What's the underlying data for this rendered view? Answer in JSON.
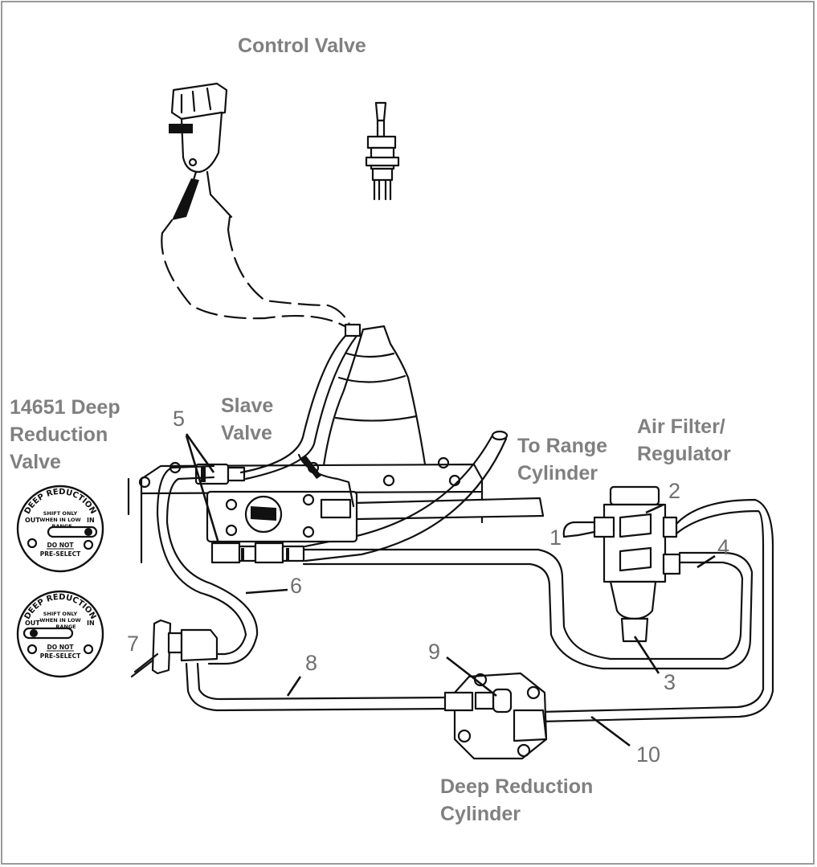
{
  "labels": {
    "control_valve": "Control Valve",
    "slave_valve": [
      "Slave",
      "Valve"
    ],
    "deep_reduction_valve": [
      "14651 Deep",
      "Reduction",
      "Valve"
    ],
    "to_range_cylinder": [
      "To Range",
      "Cylinder"
    ],
    "air_filter_regulator": [
      "Air Filter/",
      "Regulator"
    ],
    "deep_reduction_cylinder": [
      "Deep Reduction",
      "Cylinder"
    ]
  },
  "callouts": [
    "1",
    "2",
    "3",
    "4",
    "5",
    "6",
    "7",
    "8",
    "9",
    "10"
  ],
  "plates": [
    {
      "title": "DEEP REDUCTION",
      "lines": [
        "SHIFT ONLY",
        "WHEN IN LOW",
        "RANGE"
      ],
      "out": "OUT",
      "in": "IN",
      "bottom": [
        "DO NOT",
        "PRE-SELECT"
      ]
    },
    {
      "title": "DEEP REDUCTION",
      "lines": [
        "SHIFT ONLY",
        "WHEN IN LOW",
        "RANGE"
      ],
      "out": "OUT",
      "in": "IN",
      "bottom": [
        "DO NOT",
        "PRE-SELECT"
      ]
    }
  ]
}
